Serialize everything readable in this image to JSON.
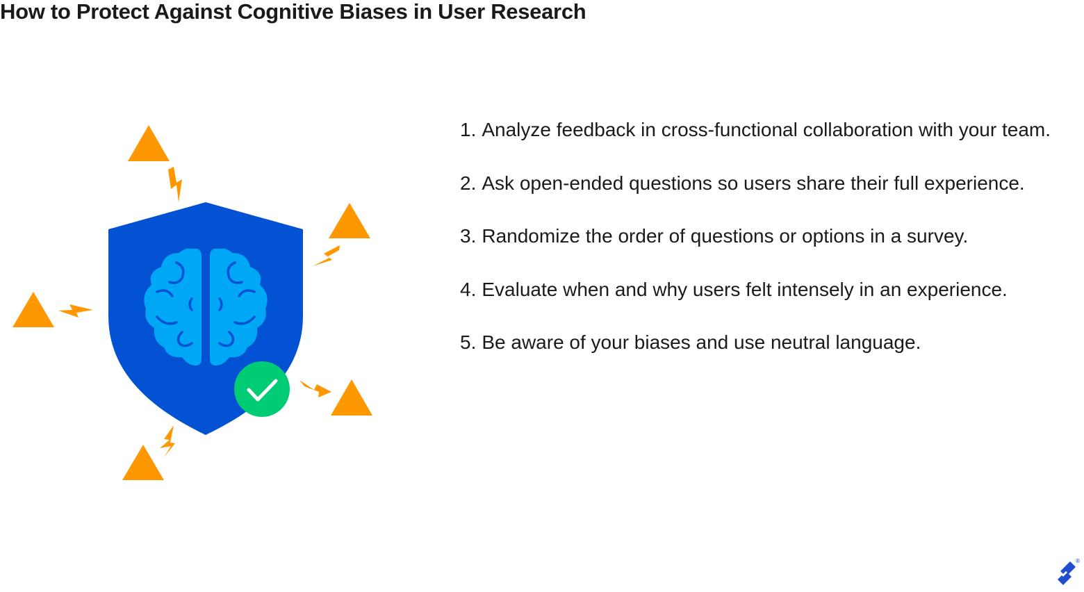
{
  "title": "How to Protect Against Cognitive Biases in User Research",
  "steps": [
    {
      "number": "1.",
      "text": "Analyze feedback in cross-functional collaboration with your team."
    },
    {
      "number": "2.",
      "text": "Ask open-ended questions so users share their full experience."
    },
    {
      "number": "3.",
      "text": "Randomize the order of questions or options in a survey."
    },
    {
      "number": "4.",
      "text": "Evaluate when and why users felt intensely in an experience."
    },
    {
      "number": "5.",
      "text": "Be aware of your biases and use neutral language."
    }
  ],
  "illustration": {
    "icons": [
      "shield-icon",
      "brain-icon",
      "checkmark-icon",
      "warning-triangle-icon",
      "lightning-bolt-icon"
    ],
    "colors": {
      "shield": "#0352d4",
      "brain": "#00a7f4",
      "check_badge": "#00cc76",
      "warning": "#ff9800"
    }
  },
  "logo": {
    "icon": "toptal-logo-icon",
    "registered_mark": "®",
    "color": "#204ecf"
  }
}
